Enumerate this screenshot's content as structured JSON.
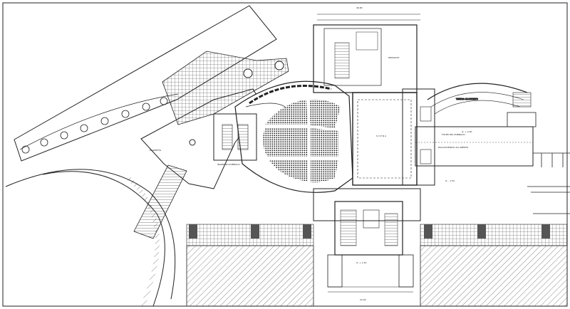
{
  "drawing": {
    "kind": "architectural site plan",
    "colors": {
      "line": "#1a1a1a",
      "paper": "#ffffff",
      "hatch": "#333333",
      "seat": "#222222"
    }
  },
  "labels": {
    "stage": "S C E N A",
    "foyer_upper": "FOYER DEL PUBBLICO",
    "foyer_lower": "PALCOSCENICO ALL'APERTO",
    "left_note": "PIAZZETTA",
    "lobby": "INGRESSO PUBBLICO",
    "terrace": "TEATRO ALL'APERTO",
    "service": "DEPOSITO",
    "dim_top": "46.80",
    "dim_bottom": "22.00",
    "level_a": "Q. + 0.00",
    "level_b": "Q. + 1.20",
    "level_c": "Q. - 1.50"
  }
}
